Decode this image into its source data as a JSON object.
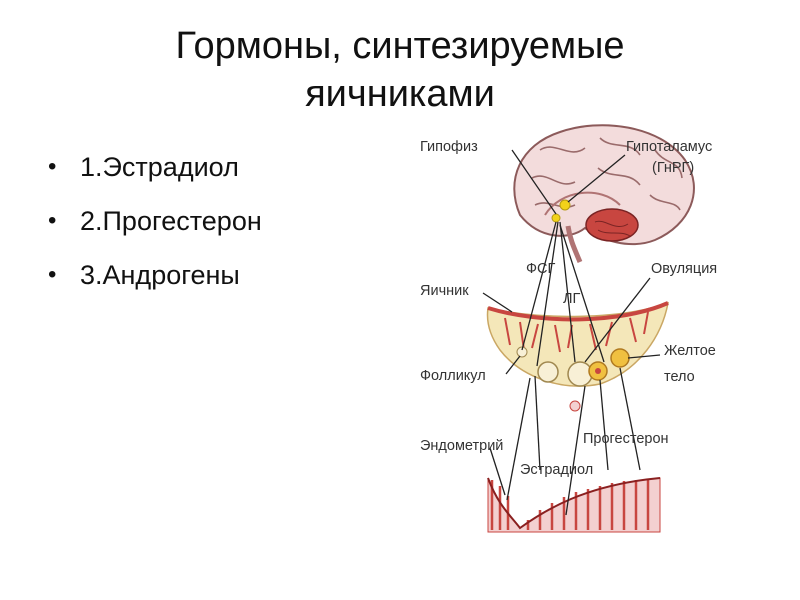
{
  "slide": {
    "title_line1": "Гормоны, синтезируемые",
    "title_line2": "яичниками",
    "bullets": [
      "1.Эстрадиол",
      "2.Прогестерон",
      "3.Андрогены"
    ]
  },
  "diagram": {
    "labels": {
      "pituitary": "Гипофиз",
      "hypothalamus": "Гипоталамус",
      "gnrh": "(ГнРГ)",
      "fsh": "ФСГ",
      "lh": "ЛГ",
      "ovulation": "Овуляция",
      "ovary": "Яичник",
      "follicle": "Фолликул",
      "corpus_luteum_1": "Желтое",
      "corpus_luteum_2": "тело",
      "endometrium": "Эндометрий",
      "progesterone": "Прогестерон",
      "estradiol": "Эстрадиол"
    },
    "colors": {
      "tissue": "#c84640",
      "ovary_fill": "#f4e7b9",
      "gland": "#f2d21a",
      "brain": "#f3dcdc"
    }
  }
}
